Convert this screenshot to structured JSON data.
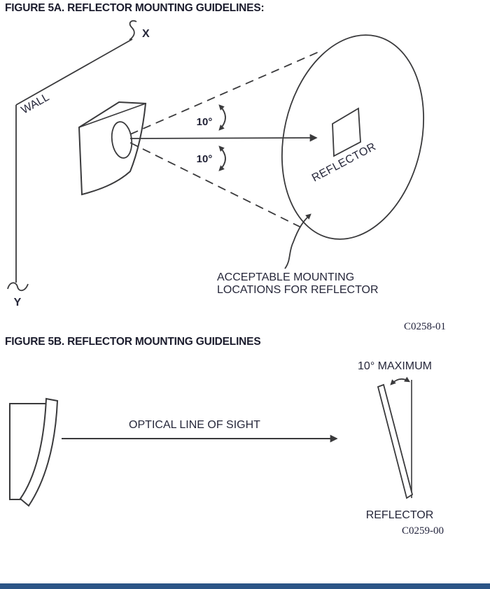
{
  "figure_5a": {
    "title": "FIGURE 5A. REFLECTOR MOUNTING GUIDELINES:",
    "wall_label": "WALL",
    "x_label": "X",
    "y_label": "Y",
    "angle_upper": "10°",
    "angle_lower": "10°",
    "reflector_label": "REFLECTOR",
    "caption_line1": "ACCEPTABLE MOUNTING",
    "caption_line2": "LOCATIONS FOR REFLECTOR",
    "drawing_code": "C0258-01"
  },
  "figure_5b": {
    "title": "FIGURE 5B. REFLECTOR MOUNTING GUIDELINES",
    "optical_label": "OPTICAL LINE OF SIGHT",
    "max_angle_label": "10° MAXIMUM",
    "reflector_label": "REFLECTOR",
    "drawing_code": "C0259-00"
  },
  "colors": {
    "ink": "#3a3a3c",
    "text": "#26273a",
    "title_text": "#1b1c2d",
    "footer_bar": "#2b5586",
    "background": "#ffffff"
  }
}
